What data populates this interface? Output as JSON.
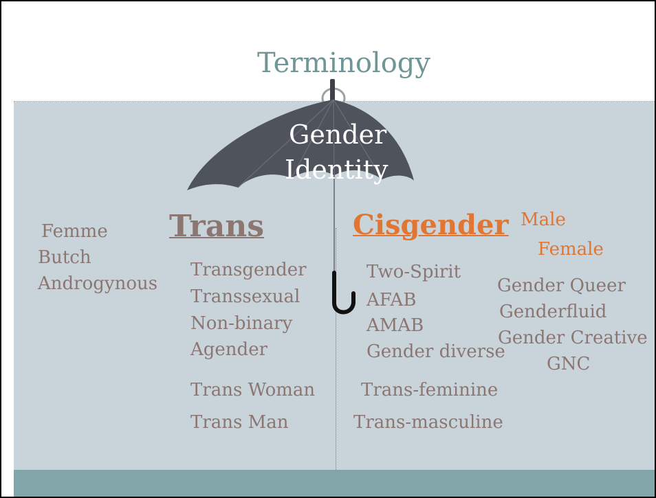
{
  "title": "Terminology",
  "umbrella": {
    "line1": "Gender",
    "line2": "Identity"
  },
  "headings": {
    "trans": "Trans",
    "cisgender": "Cisgender"
  },
  "left_column": [
    "Femme",
    "Butch",
    "Androgynous"
  ],
  "trans_terms": [
    "Transgender",
    "Transsexual",
    "Non-binary",
    "Agender"
  ],
  "trans_bottom": [
    "Trans Woman",
    "Trans Man"
  ],
  "middle_terms": [
    "Two-Spirit",
    "AFAB",
    "AMAB",
    "Gender diverse"
  ],
  "middle_bottom": [
    "Trans-feminine",
    "Trans-masculine"
  ],
  "cis_terms": [
    "Male",
    "Female"
  ],
  "right_terms": [
    "Gender Queer",
    "Genderfluid",
    "Gender Creative",
    "GNC"
  ],
  "colors": {
    "text": "#8b7672",
    "accent": "#e07632",
    "title": "#6f9597",
    "body_bg": "#c9d4da",
    "footer": "#81a5a8",
    "umbrella": "#4f535c"
  }
}
